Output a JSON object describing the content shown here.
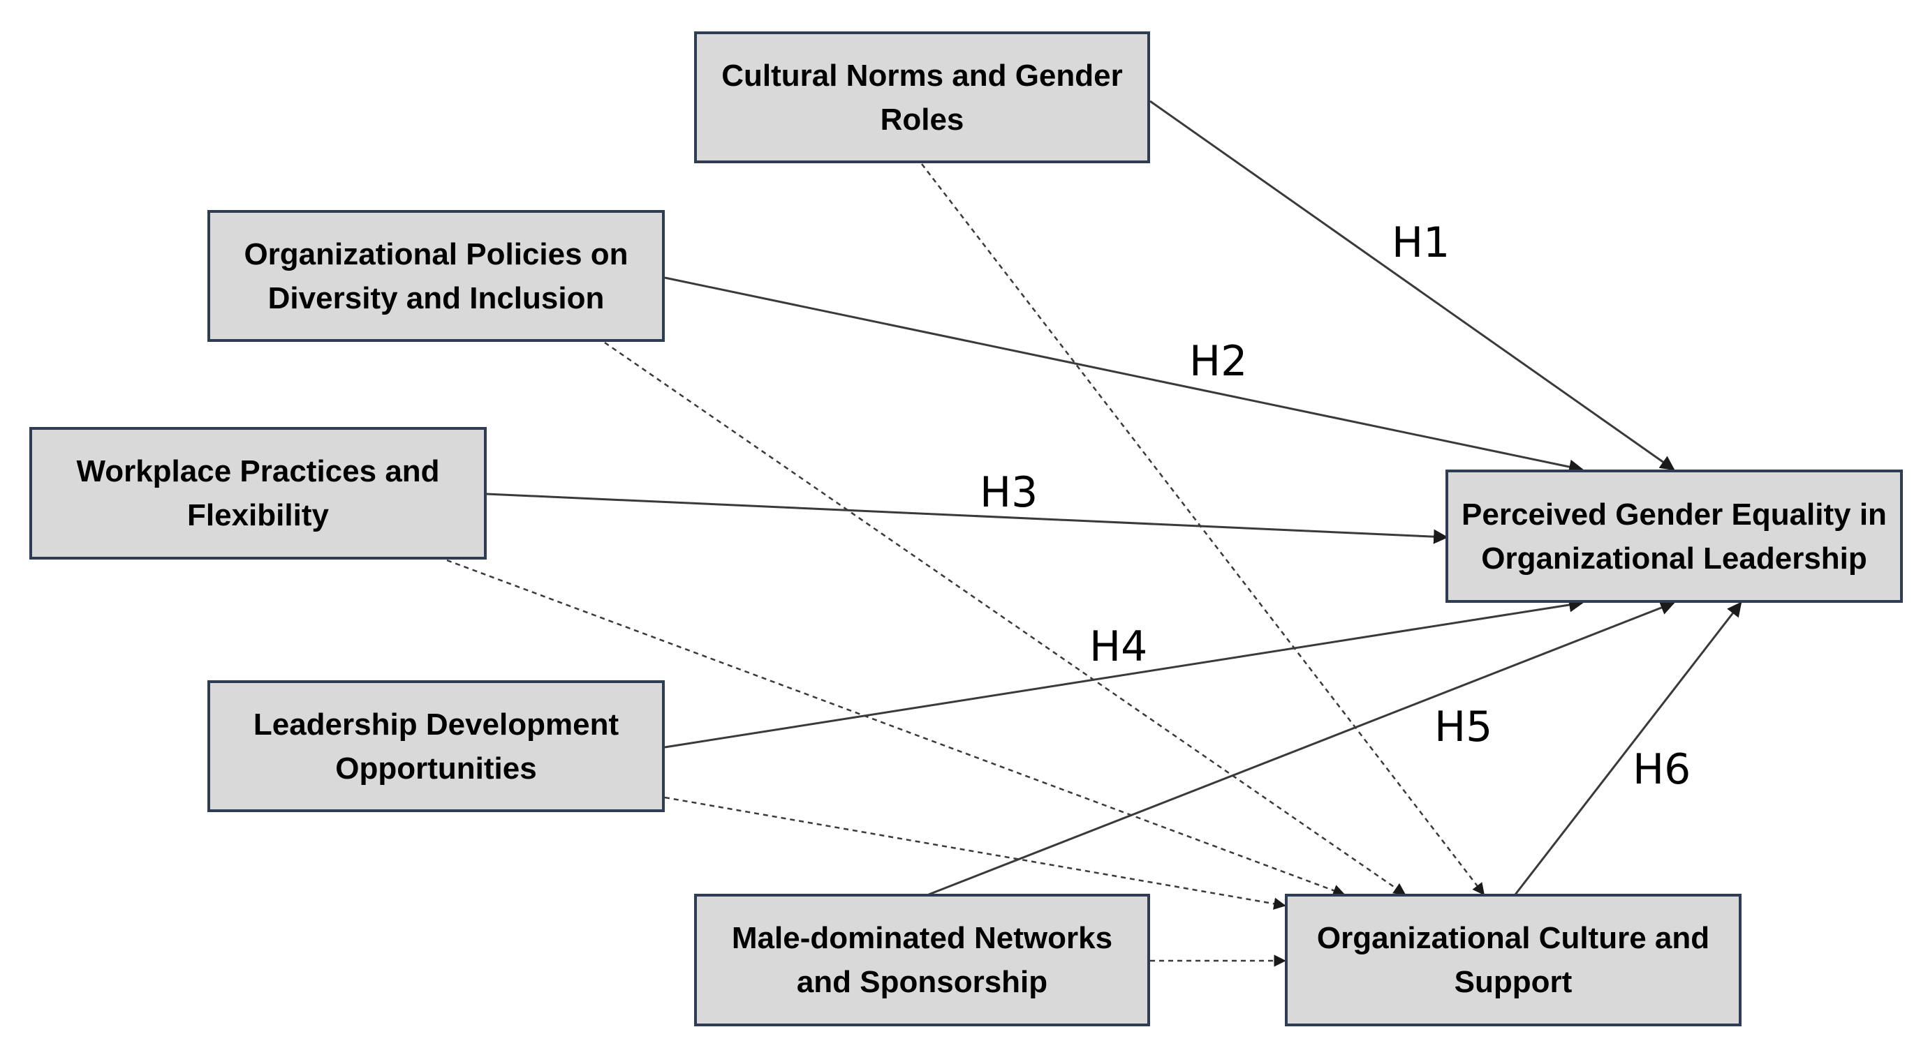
{
  "diagram": {
    "nodes": {
      "cultural": "Cultural Norms and Gender Roles",
      "policies": "Organizational Policies on Diversity and Inclusion",
      "workplace": "Workplace Practices and Flexibility",
      "leadership": "Leadership Development Opportunities",
      "networks": "Male-dominated Networks and Sponsorship",
      "culture": "Organizational Culture and Support",
      "equality": "Perceived Gender Equality in Organizational Leadership"
    },
    "hypotheses": {
      "h1": "H1",
      "h2": "H2",
      "h3": "H3",
      "h4": "H4",
      "h5": "H5",
      "h6": "H6"
    },
    "edges": [
      {
        "from": "cultural",
        "to": "equality",
        "style": "solid",
        "label": "H1"
      },
      {
        "from": "policies",
        "to": "equality",
        "style": "solid",
        "label": "H2"
      },
      {
        "from": "workplace",
        "to": "equality",
        "style": "solid",
        "label": "H3"
      },
      {
        "from": "leadership",
        "to": "equality",
        "style": "solid",
        "label": "H4"
      },
      {
        "from": "networks",
        "to": "equality",
        "style": "solid",
        "label": "H5"
      },
      {
        "from": "culture",
        "to": "equality",
        "style": "solid",
        "label": "H6"
      },
      {
        "from": "cultural",
        "to": "culture",
        "style": "dashed"
      },
      {
        "from": "policies",
        "to": "culture",
        "style": "dashed"
      },
      {
        "from": "workplace",
        "to": "culture",
        "style": "dashed"
      },
      {
        "from": "leadership",
        "to": "culture",
        "style": "dashed"
      },
      {
        "from": "networks",
        "to": "culture",
        "style": "dashed"
      }
    ],
    "colors": {
      "box_fill": "#d9d9d9",
      "box_border": "#2f3d54",
      "line": "#3a3a3a"
    }
  }
}
